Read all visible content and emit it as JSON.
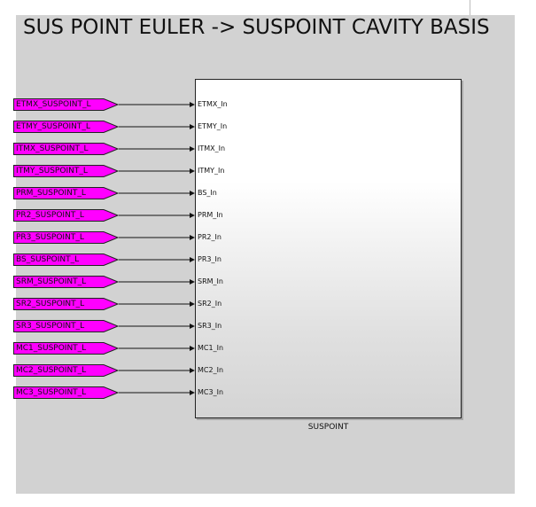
{
  "diagram": {
    "title": "SUS POINT EULER -> SUSPOINT CAVITY BASIS",
    "from_tag_color": "#ff00ff",
    "from_tags": [
      "ETMX_SUSPOINT_L",
      "ETMY_SUSPOINT_L",
      "ITMX_SUSPOINT_L",
      "ITMY_SUSPOINT_L",
      "PRM_SUSPOINT_L",
      "PR2_SUSPOINT_L",
      "PR3_SUSPOINT_L",
      "BS_SUSPOINT_L",
      "SRM_SUSPOINT_L",
      "SR2_SUSPOINT_L",
      "SR3_SUSPOINT_L",
      "MC1_SUSPOINT_L",
      "MC2_SUSPOINT_L",
      "MC3_SUSPOINT_L"
    ],
    "block": {
      "name": "SUSPOINT",
      "inputs": [
        "ETMX_In",
        "ETMY_In",
        "ITMX_In",
        "ITMY_In",
        "BS_In",
        "PRM_In",
        "PR2_In",
        "PR3_In",
        "SRM_In",
        "SR2_In",
        "SR3_In",
        "MC1_In",
        "MC2_In",
        "MC3_In"
      ]
    }
  }
}
